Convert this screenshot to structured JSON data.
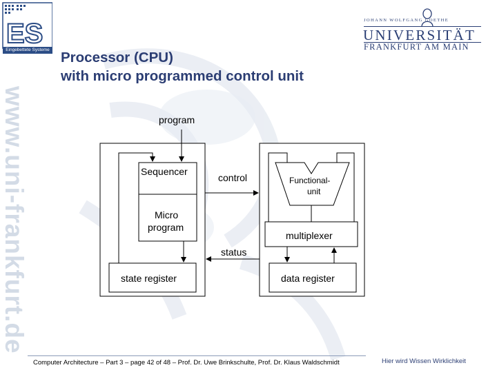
{
  "header": {
    "logo_caption": "Eingebettete Systeme",
    "university_small": "JOHANN WOLFGANG GOETHE",
    "university_name": "UNIVERSITÄT",
    "university_city": "FRANKFURT AM MAIN"
  },
  "title": {
    "line1": "Processor (CPU)",
    "line2": "with micro programmed control unit"
  },
  "side_url": "www.uni-frankfurt.de",
  "diagram": {
    "program": "program",
    "sequencer": "Sequencer",
    "micro_program_line1": "Micro",
    "micro_program_line2": "program",
    "control": "control",
    "functional_unit_line1": "Functional-",
    "functional_unit_line2": "unit",
    "multiplexer": "multiplexer",
    "status": "status",
    "state_register": "state register",
    "data_register": "data register"
  },
  "footer": {
    "left": "Computer Architecture – Part 3 – page 42 of 48 – Prof. Dr. Uwe Brinkschulte, Prof. Dr. Klaus Waldschmidt",
    "right": "Hier wird Wissen Wirklichkeit"
  },
  "colors": {
    "title": "#2b3d73",
    "watermark": "#d3dbe6",
    "logo_blue": "#2c4d86"
  }
}
